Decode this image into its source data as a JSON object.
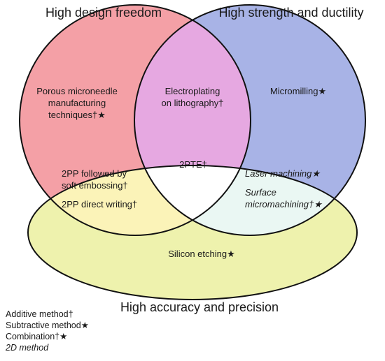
{
  "colors": {
    "circle_left": "#f4a0a6",
    "circle_right": "#a8b3e6",
    "ellipse_bottom": "#eef2ad",
    "overlap_top": "#e6a8e1",
    "overlap_left": "#fbf3b8",
    "overlap_right": "#eaf7f3",
    "center": "#ffffff",
    "stroke": "#111111"
  },
  "sets": {
    "left": "High design freedom",
    "right": "High strength and ductility",
    "bottom": "High accuracy and precision"
  },
  "regions": {
    "left_only": [
      "Porous microneedle",
      "manufacturing",
      "techniques†★"
    ],
    "top_overlap": [
      "Electroplating",
      "on lithography†"
    ],
    "right_only": "Micromilling★",
    "center": "2PTE†",
    "left_bottom": [
      "2PP followed by",
      "soft embossing†",
      "2PP direct writing†"
    ],
    "right_bottom": [
      "Laser machining★",
      "Surface",
      "micromachining†★"
    ],
    "bottom_only": "Silicon etching★"
  },
  "legend": [
    "Additive method†",
    "Subtractive method★",
    "Combination†★",
    "2D method"
  ]
}
